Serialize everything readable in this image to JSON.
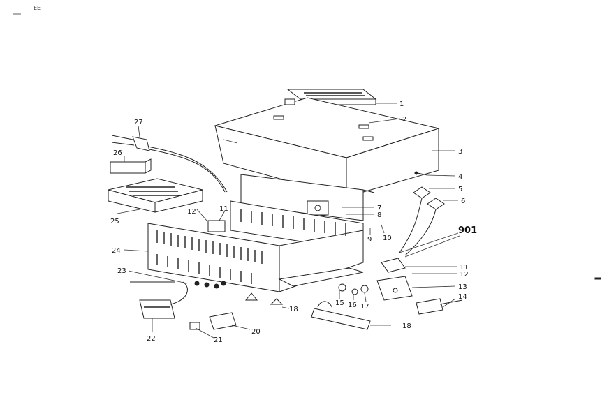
{
  "corner_mark": "EE",
  "callouts": [
    {
      "id": "c1",
      "text": "1"
    },
    {
      "id": "c2",
      "text": "2"
    },
    {
      "id": "c3",
      "text": "3"
    },
    {
      "id": "c4",
      "text": "4"
    },
    {
      "id": "c5",
      "text": "5"
    },
    {
      "id": "c6",
      "text": "6"
    },
    {
      "id": "c7",
      "text": "7"
    },
    {
      "id": "c8",
      "text": "8"
    },
    {
      "id": "c9",
      "text": "9"
    },
    {
      "id": "c10",
      "text": "10"
    },
    {
      "id": "c11a",
      "text": "11"
    },
    {
      "id": "c11b",
      "text": "11"
    },
    {
      "id": "c12a",
      "text": "12"
    },
    {
      "id": "c12b",
      "text": "12"
    },
    {
      "id": "c13",
      "text": "13"
    },
    {
      "id": "c14",
      "text": "14"
    },
    {
      "id": "c15",
      "text": "15"
    },
    {
      "id": "c16",
      "text": "16"
    },
    {
      "id": "c17",
      "text": "17"
    },
    {
      "id": "c18a",
      "text": "18"
    },
    {
      "id": "c18b",
      "text": "18"
    },
    {
      "id": "c20",
      "text": "20"
    },
    {
      "id": "c21",
      "text": "21"
    },
    {
      "id": "c22",
      "text": "22"
    },
    {
      "id": "c23",
      "text": "23"
    },
    {
      "id": "c24",
      "text": "24"
    },
    {
      "id": "c25",
      "text": "25"
    },
    {
      "id": "c26",
      "text": "26"
    },
    {
      "id": "c27",
      "text": "27"
    },
    {
      "id": "c901",
      "text": "901"
    }
  ]
}
